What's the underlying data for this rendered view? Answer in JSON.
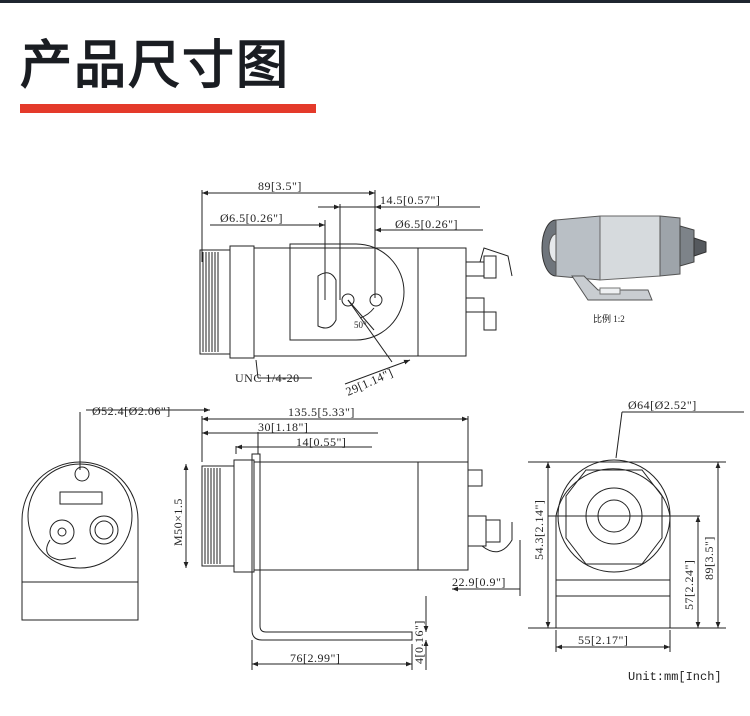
{
  "header": {
    "title": "产品尺寸图",
    "accent_color": "#e43a2a",
    "bar_color": "#1f2630"
  },
  "top_view": {
    "dim_overall": "89[3.5\"]",
    "dim_offset": "14.5[0.57\"]",
    "dim_hole_left": "Ø6.5[0.26\"]",
    "dim_hole_right": "Ø6.5[0.26\"]",
    "dim_thread": "UNC 1/4-20",
    "dim_radius": "29[1.14\"]",
    "angle": "50°"
  },
  "iso_view": {
    "scale": "比例 1:2"
  },
  "back_view": {
    "dim_diameter": "Ø52.4[Ø2.06\"]"
  },
  "side_view": {
    "dim_length": "135.5[5.33\"]",
    "dim_30": "30[1.18\"]",
    "dim_14": "14[0.55\"]",
    "dim_thread": "M50×1.5",
    "dim_connector": "22.9[0.9\"]",
    "dim_bracket": "76[2.99\"]",
    "dim_thickness": "4[0.16\"]"
  },
  "front_view": {
    "dim_diameter": "Ø64[Ø2.52\"]",
    "dim_height": "89[3.5\"]",
    "dim_center": "54.3[2.14\"]",
    "dim_axis": "57[2.24\"]",
    "dim_width": "55[2.17\"]"
  },
  "footer": {
    "unit": "Unit:mm[Inch]"
  }
}
